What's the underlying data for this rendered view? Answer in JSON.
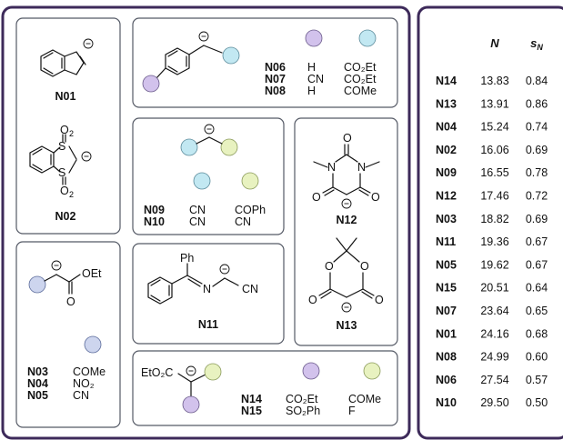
{
  "compounds": {
    "N01": {
      "label": "N01"
    },
    "N02": {
      "label": "N02",
      "atoms": [
        "O",
        "S",
        "S",
        "O"
      ]
    },
    "N06_08": {
      "labels": [
        "N06",
        "N07",
        "N08"
      ],
      "purple": [
        "H",
        "CN",
        "H"
      ],
      "cyan": [
        "CO₂Et",
        "CO₂Et",
        "COMe"
      ]
    },
    "N09_10": {
      "labels": [
        "N09",
        "N10"
      ],
      "cyan": [
        "CN",
        "CN"
      ],
      "green": [
        "COPh",
        "CN"
      ]
    },
    "N11": {
      "label": "N11",
      "atoms": [
        "Ph",
        "N",
        "CN"
      ]
    },
    "N12": {
      "label": "N12",
      "atoms": [
        "O",
        "N",
        "N",
        "O",
        "O"
      ]
    },
    "N13": {
      "label": "N13",
      "atoms": [
        "O",
        "O",
        "O",
        "O"
      ]
    },
    "N03_05": {
      "labels": [
        "N03",
        "N04",
        "N05"
      ],
      "ester": "OEt",
      "carbonyl_o": "O",
      "blue": [
        "COMe",
        "NO₂",
        "CN"
      ]
    },
    "N14_15": {
      "labels": [
        "N14",
        "N15"
      ],
      "prefix": "EtO₂C",
      "purple": [
        "CO₂Et",
        "SO₂Ph"
      ],
      "green": [
        "COMe",
        "F"
      ]
    }
  },
  "table": {
    "headers": {
      "n": "N",
      "s": "s",
      "s_sub": "N"
    },
    "rows": [
      {
        "id": "N14",
        "n": "13.83",
        "s": "0.84"
      },
      {
        "id": "N13",
        "n": "13.91",
        "s": "0.86"
      },
      {
        "id": "N04",
        "n": "15.24",
        "s": "0.74"
      },
      {
        "id": "N02",
        "n": "16.06",
        "s": "0.69"
      },
      {
        "id": "N09",
        "n": "16.55",
        "s": "0.78"
      },
      {
        "id": "N12",
        "n": "17.46",
        "s": "0.72"
      },
      {
        "id": "N03",
        "n": "18.82",
        "s": "0.69"
      },
      {
        "id": "N11",
        "n": "19.36",
        "s": "0.67"
      },
      {
        "id": "N05",
        "n": "19.62",
        "s": "0.67"
      },
      {
        "id": "N15",
        "n": "20.51",
        "s": "0.64"
      },
      {
        "id": "N07",
        "n": "23.64",
        "s": "0.65"
      },
      {
        "id": "N01",
        "n": "24.16",
        "s": "0.68"
      },
      {
        "id": "N08",
        "n": "24.99",
        "s": "0.60"
      },
      {
        "id": "N06",
        "n": "27.54",
        "s": "0.57"
      },
      {
        "id": "N10",
        "n": "29.50",
        "s": "0.50"
      }
    ]
  },
  "colors": {
    "purple": "#d2c2ec",
    "cyan": "#c2e8f2",
    "green": "#e8f2c0",
    "blue": "#cdd5ee",
    "frame": "#3d2a5a",
    "box_border": "#555a66"
  }
}
